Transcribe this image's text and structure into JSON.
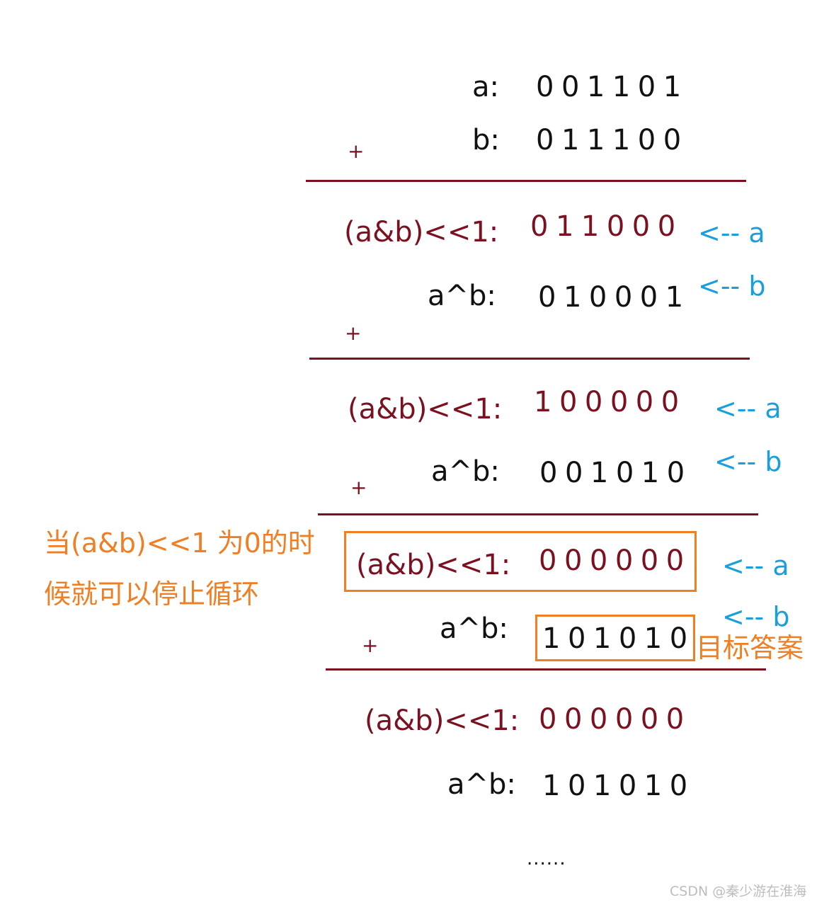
{
  "rows": {
    "a_label": "a:",
    "a_bits": "001101",
    "b_label": "b:",
    "b_bits": "011100",
    "s1_and_label": "(a&b)<<1:",
    "s1_and_bits": "011000",
    "s1_xor_label": "a^b:",
    "s1_xor_bits": "010001",
    "s2_and_label": "(a&b)<<1:",
    "s2_and_bits": "100000",
    "s2_xor_label": "a^b:",
    "s2_xor_bits": "001010",
    "s3_and_label": "(a&b)<<1:",
    "s3_and_bits": "000000",
    "s3_xor_label": "a^b:",
    "s3_xor_bits": "101010",
    "s4_and_label": "(a&b)<<1:",
    "s4_and_bits": "000000",
    "s4_xor_label": "a^b:",
    "s4_xor_bits": "101010"
  },
  "plus_sign": "+",
  "arrows": {
    "to_a": "<-- a",
    "to_b": "<-- b"
  },
  "notes": {
    "stop_line1": "当(a&b)<<1 为0的时",
    "stop_line2": "候就可以停止循环",
    "answer": "目标答案"
  },
  "ellipsis": "......",
  "watermark": "CSDN @秦少游在淮海",
  "colors": {
    "operand_text": "#111111",
    "carry_text": "#7a1020",
    "rule_line": "#7a1020",
    "arrow_text": "#1a9fdc",
    "highlight": "#f07e23"
  }
}
